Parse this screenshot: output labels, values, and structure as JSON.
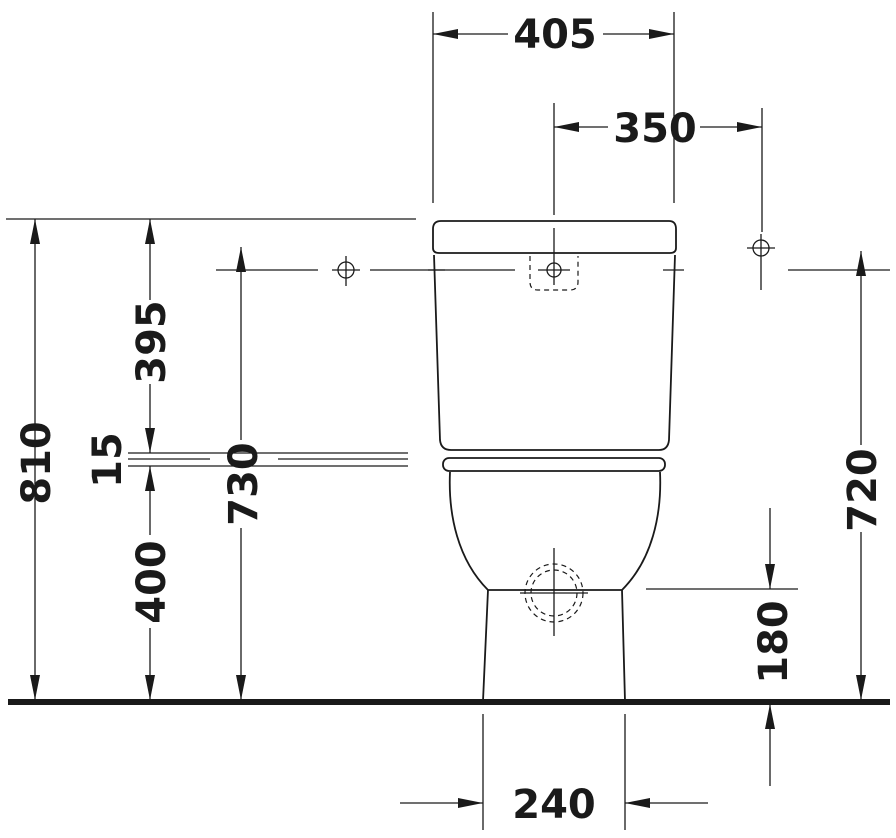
{
  "dimensions": {
    "total_height": "810",
    "cistern_height": "395",
    "gap": "15",
    "bowl_height": "400",
    "seat_height": "730",
    "inlet_height": "720",
    "outlet_height": "180",
    "total_width": "405",
    "fixing_spacing": "350",
    "base_width": "240"
  }
}
